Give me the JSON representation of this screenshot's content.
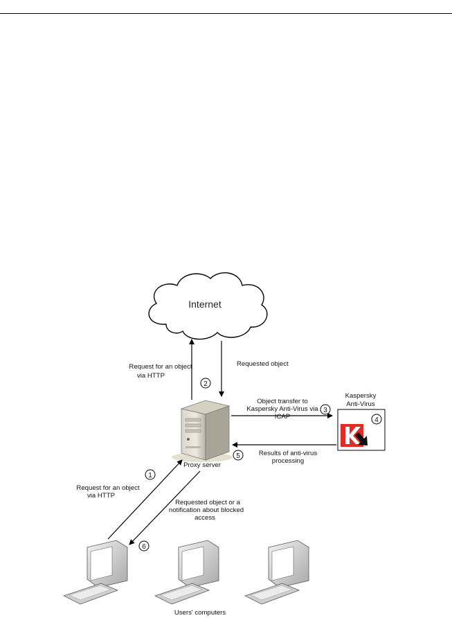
{
  "internet": {
    "label": "Internet"
  },
  "proxy": {
    "label": "Proxy server"
  },
  "kaspersky": {
    "title_line1": "Kaspersky",
    "title_line2": "Anti-Virus"
  },
  "users": {
    "label": "Users' computers"
  },
  "steps": [
    {
      "num": "1",
      "text_lines": [
        "Request for an object",
        "via HTTP"
      ]
    },
    {
      "num": "2",
      "text_lines": [
        "Request for an object",
        "via HTTP"
      ]
    },
    {
      "num": "3",
      "text_lines": [
        "Object transfer to",
        "Kaspersky Anti-Virus via",
        "ICAP"
      ]
    },
    {
      "num": "4"
    },
    {
      "num": "5",
      "text_lines": [
        "Results of anti-virus",
        "processing"
      ]
    },
    {
      "num": "6",
      "text_lines": [
        "Requested object or a",
        "notification about blocked",
        "access"
      ]
    }
  ],
  "requested_object": {
    "label": "Requested object"
  }
}
